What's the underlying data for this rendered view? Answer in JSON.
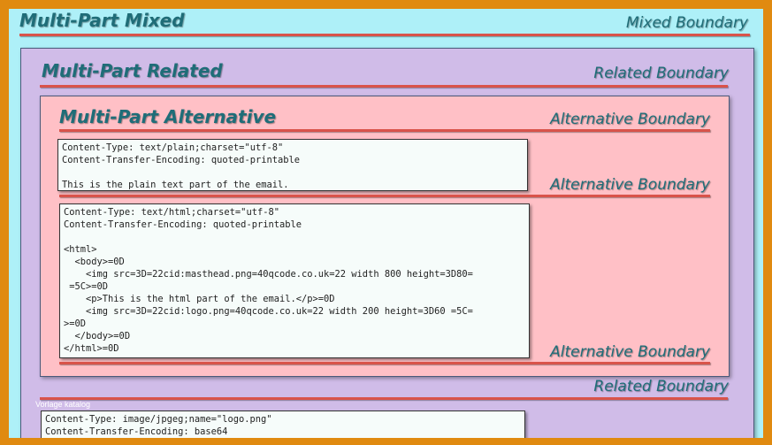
{
  "mixed": {
    "title": "Multi-Part Mixed",
    "boundary": "Mixed Boundary"
  },
  "related": {
    "title": "Multi-Part Related",
    "boundary_top": "Related Boundary",
    "boundary_bottom": "Related Boundary"
  },
  "alternative": {
    "title": "Multi-Part Alternative",
    "boundary_1": "Alternative Boundary",
    "boundary_2": "Alternative Boundary",
    "boundary_3": "Alternative Boundary"
  },
  "plain_part": {
    "lines": [
      "Content-Type: text/plain;charset=\"utf-8\"",
      "Content-Transfer-Encoding: quoted-printable",
      "",
      "This is the plain text part of the email."
    ]
  },
  "html_part": {
    "lines": [
      "Content-Type: text/html;charset=\"utf-8\"",
      "Content-Transfer-Encoding: quoted-printable",
      "",
      "<html>",
      "  <body>=0D",
      "    <img src=3D=22cid:masthead.png=40qcode.co.uk=22 width 800 height=3D80=",
      " =5C>=0D",
      "    <p>This is the html part of the email.</p>=0D",
      "    <img src=3D=22cid:logo.png=40qcode.co.uk=22 width 200 height=3D60 =5C=",
      ">=0D",
      "  </body>=0D",
      "</html>=0D"
    ]
  },
  "image_part": {
    "lines": [
      "Content-Type: image/jpgeg;name=\"logo.png\"",
      "Content-Transfer-Encoding: base64"
    ]
  },
  "watermark": "Vorlage katalog"
}
